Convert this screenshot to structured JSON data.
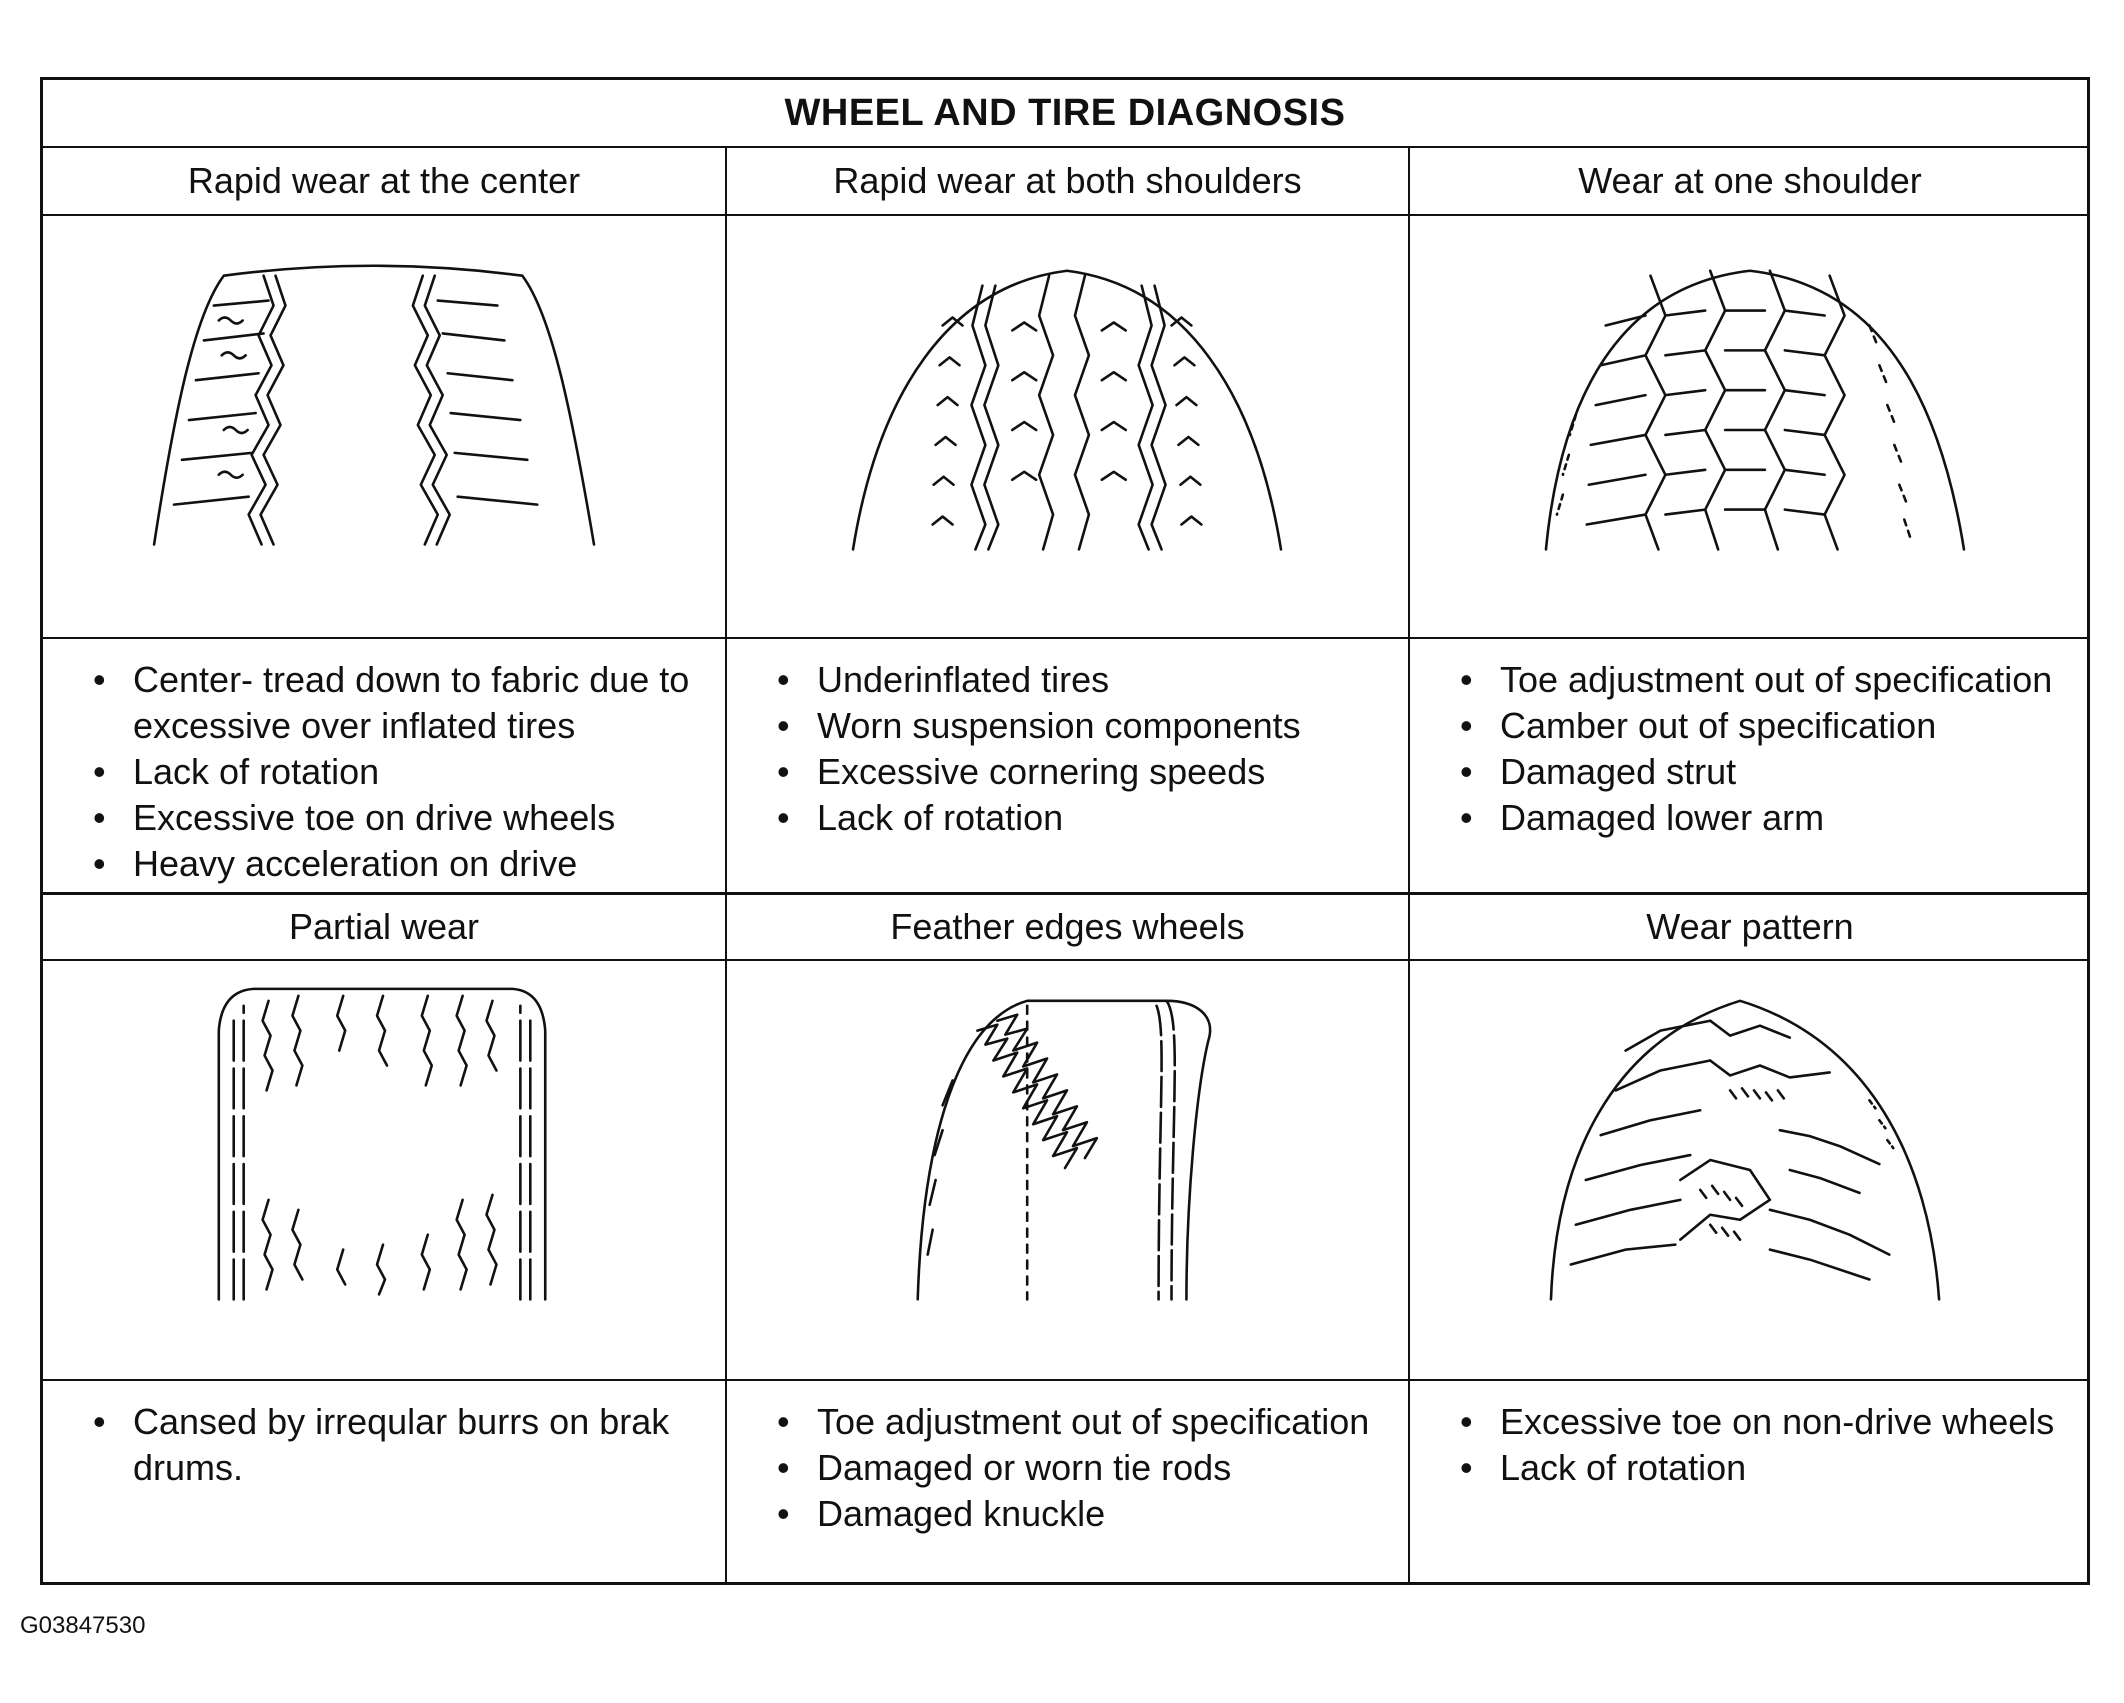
{
  "title": "WHEEL AND TIRE DIAGNOSIS",
  "figure_code": "G03847530",
  "rows": [
    {
      "cells": [
        {
          "heading": "Rapid wear at the center",
          "illustration": "tire-center-wear-icon",
          "bullets": [
            "Center- tread down to fabric due to excessive over inflated tires",
            "Lack of rotation",
            "Excessive toe on drive wheels",
            "Heavy acceleration on drive"
          ]
        },
        {
          "heading": "Rapid wear at both shoulders",
          "illustration": "tire-shoulder-wear-icon",
          "bullets": [
            "Underinflated tires",
            "Worn suspension components",
            "Excessive cornering speeds",
            "Lack of rotation"
          ]
        },
        {
          "heading": "Wear at one shoulder",
          "illustration": "tire-one-shoulder-wear-icon",
          "bullets": [
            "Toe adjustment out of specification",
            "Camber out of specification",
            "Damaged strut",
            "Damaged lower arm"
          ]
        }
      ]
    },
    {
      "cells": [
        {
          "heading": "Partial wear",
          "illustration": "tire-partial-wear-icon",
          "bullets": [
            "Cansed by irreqular burrs on brak drums."
          ]
        },
        {
          "heading": "Feather edges wheels",
          "illustration": "tire-feather-edge-icon",
          "bullets": [
            "Toe adjustment out of specification",
            "Damaged or worn tie rods",
            "Damaged knuckle"
          ]
        },
        {
          "heading": "Wear pattern",
          "illustration": "tire-wear-pattern-icon",
          "bullets": [
            "Excessive toe on non-drive wheels",
            "Lack of rotation"
          ]
        }
      ]
    }
  ]
}
